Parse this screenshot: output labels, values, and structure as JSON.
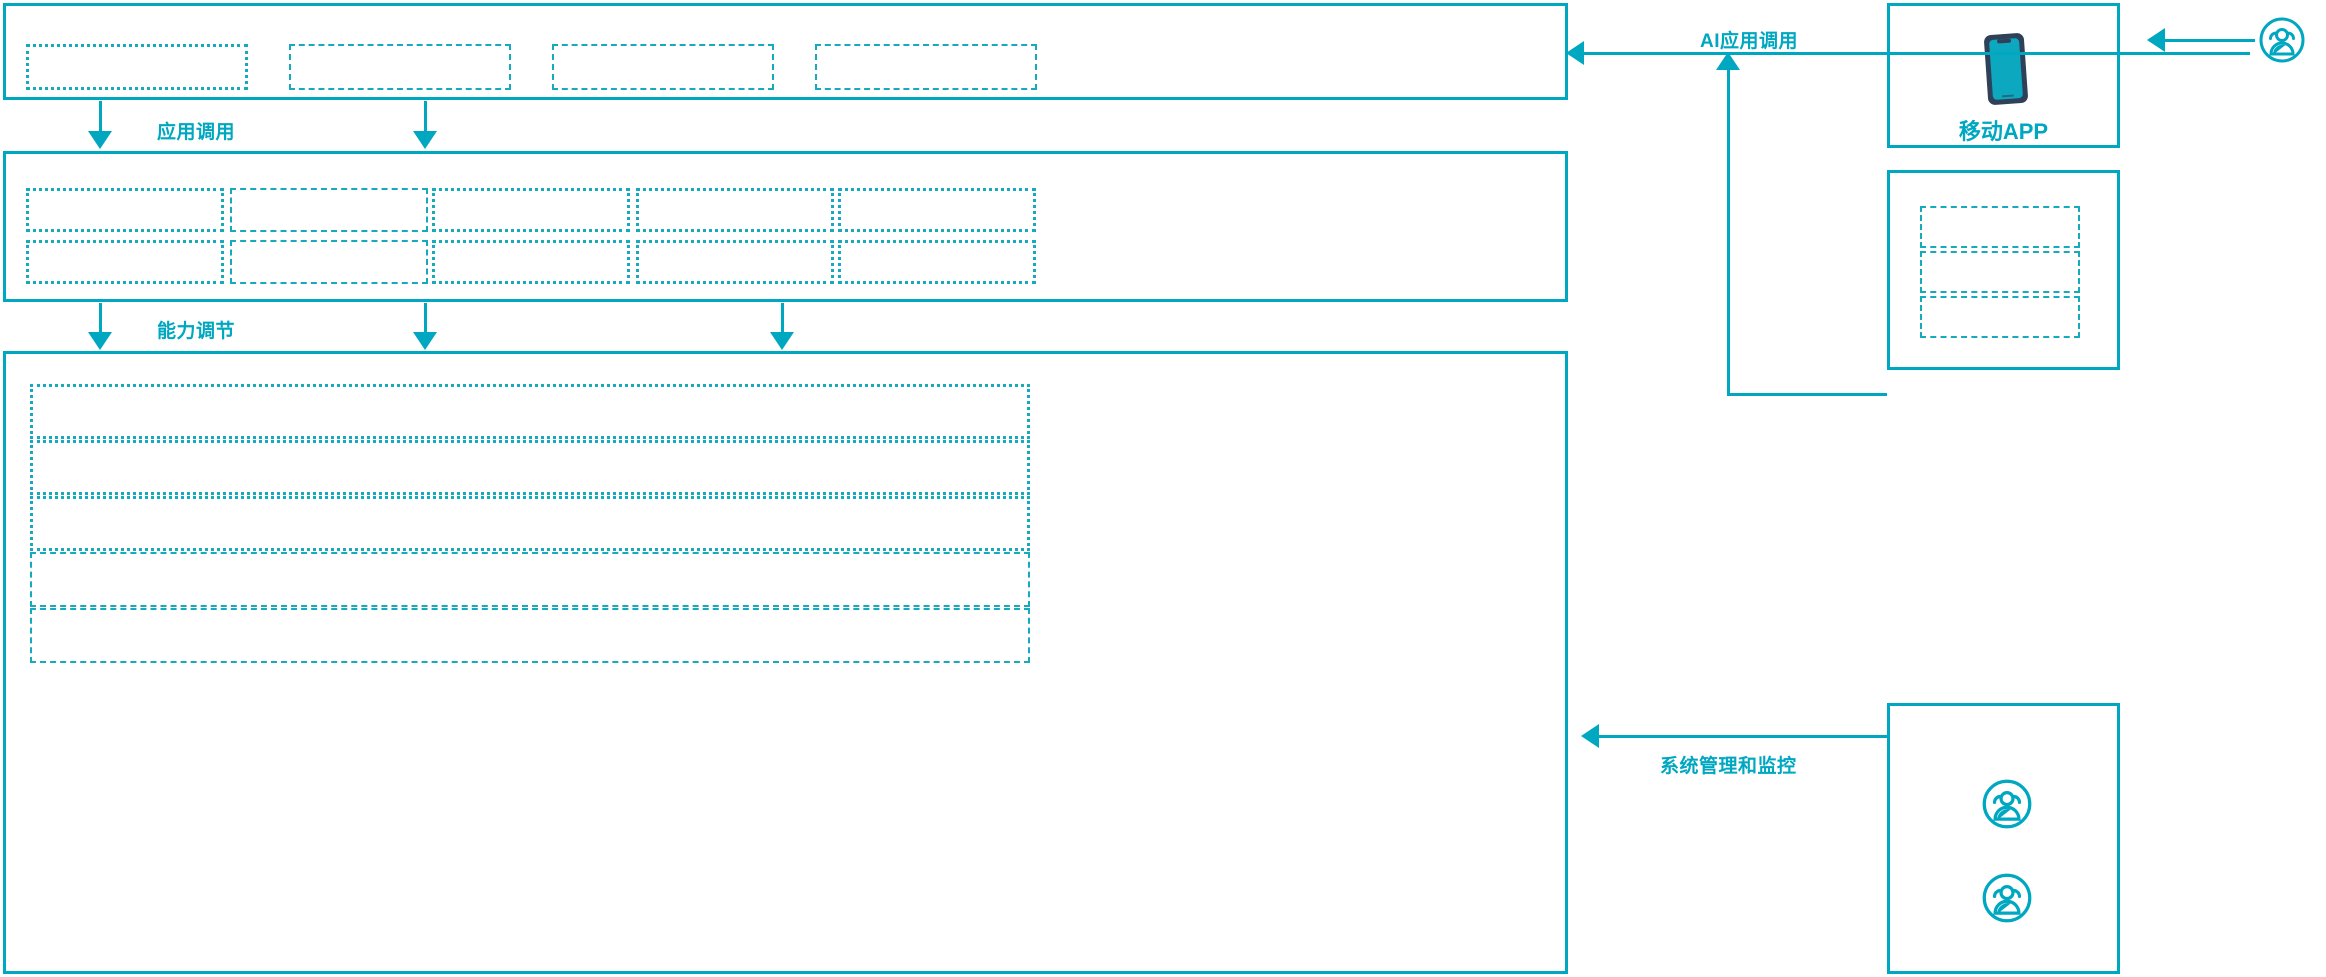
{
  "theme": {
    "accent": "#00A7C0",
    "dash_accent": "#17A9BE",
    "phone_frame": "#2E4159",
    "phone_screen": "#0BA8C0",
    "background": "#FFFFFF"
  },
  "layers": {
    "application_layer": {
      "name": "application-layer-panel",
      "blocks": [
        {
          "label": ""
        },
        {
          "label": ""
        },
        {
          "label": ""
        },
        {
          "label": ""
        }
      ]
    },
    "capability_layer": {
      "name": "capability-layer-panel",
      "columns": 5,
      "rows": 2,
      "blocks_row1": [
        {
          "label": ""
        },
        {
          "label": ""
        },
        {
          "label": ""
        },
        {
          "label": ""
        },
        {
          "label": ""
        }
      ],
      "blocks_row2": [
        {
          "label": ""
        },
        {
          "label": ""
        },
        {
          "label": ""
        },
        {
          "label": ""
        },
        {
          "label": ""
        }
      ]
    },
    "infrastructure_layer": {
      "name": "infrastructure-layer-panel",
      "bars": [
        {
          "label": ""
        },
        {
          "label": ""
        },
        {
          "label": ""
        },
        {
          "label": ""
        },
        {
          "label": ""
        }
      ]
    }
  },
  "flows": {
    "app_call": "应用调用",
    "capability_tuning": "能力调节",
    "ai_app_call": "AI应用调用",
    "system_management": "系统管理和监控"
  },
  "right_column": {
    "mobile_app": {
      "caption": "移动APP",
      "icon": "mobile-phone-icon"
    },
    "channel_box": {
      "name": "channel-box",
      "blocks": [
        {
          "label": ""
        },
        {
          "label": ""
        },
        {
          "label": ""
        }
      ]
    },
    "admin_box": {
      "name": "admin-box",
      "icons": [
        "user-group-icon",
        "user-group-icon"
      ]
    },
    "end_user": {
      "icon": "user-group-icon"
    }
  }
}
